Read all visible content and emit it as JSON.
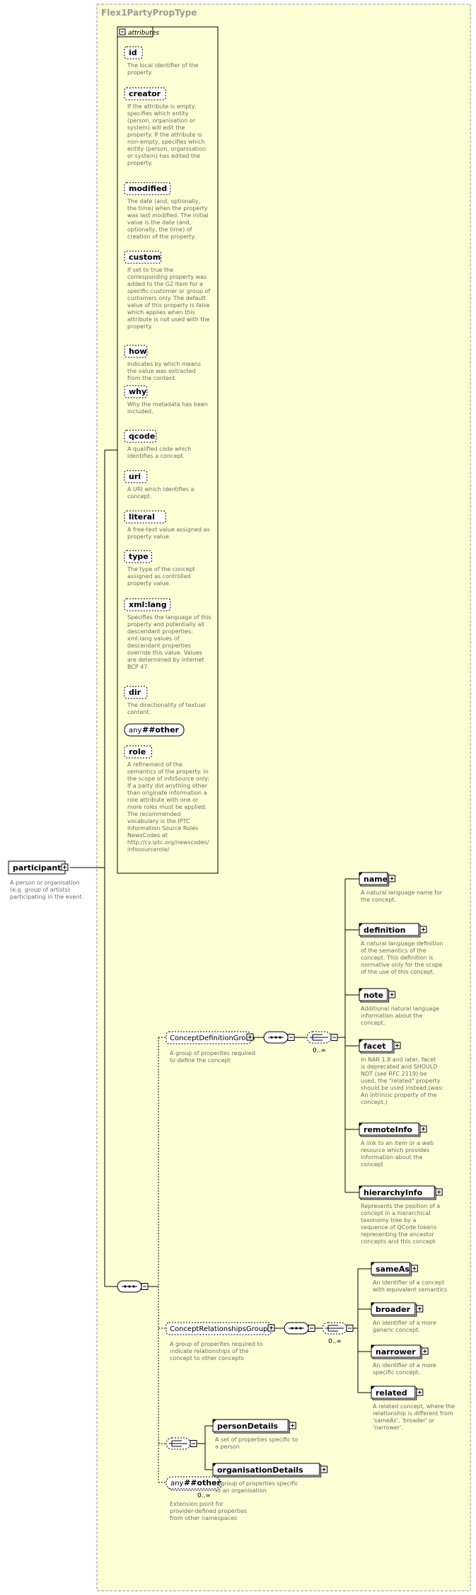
{
  "type_name": "Flex1PartyPropType",
  "attributes_label": "attributes",
  "root": {
    "name": "participant",
    "doc": [
      "A person or organisation",
      "(e.g. group of artists)",
      "participating in the event."
    ]
  },
  "attributes": [
    {
      "name": "id",
      "doc": [
        "The local identifier of the",
        "property."
      ]
    },
    {
      "name": "creator",
      "doc": [
        "If the attribute is empty,",
        "specifies which entity",
        "(person, organisation or",
        "system) will edit the",
        "property. If the attribute is",
        "non-empty, specifies which",
        "entity (person, organisation",
        "or system) has edited the",
        "property."
      ]
    },
    {
      "name": "modified",
      "doc": [
        "The date (and, optionally,",
        "the time) when the property",
        "was last modified. The initial",
        "value is the date (and,",
        "optionally, the time) of",
        "creation of the property."
      ]
    },
    {
      "name": "custom",
      "doc": [
        "If set to true the",
        "corresponding property was",
        "added to the G2 Item for a",
        "specific customer or group of",
        "customers only. The default",
        "value of this property is false",
        "which applies when this",
        "attribute is not used with the",
        "property."
      ]
    },
    {
      "name": "how",
      "doc": [
        "Indicates by which means",
        "the value was extracted",
        "from the content."
      ]
    },
    {
      "name": "why",
      "doc": [
        "Why the metadata has been",
        "included."
      ]
    },
    {
      "name": "qcode",
      "doc": [
        "A qualified code which",
        "identifies a concept."
      ]
    },
    {
      "name": "uri",
      "doc": [
        "A URI which identifies a",
        "concept."
      ]
    },
    {
      "name": "literal",
      "doc": [
        "A free-text value assigned as",
        "property value."
      ]
    },
    {
      "name": "type",
      "doc": [
        "The type of the concept",
        "assigned as controlled",
        "property value."
      ]
    },
    {
      "name": "xml:lang",
      "doc": [
        "Specifies the language of this",
        "property and potentially all",
        "descendant properties.",
        "xml:lang values of",
        "descendant properties",
        "override this value. Values",
        "are determined by Internet",
        "BCP 47."
      ]
    },
    {
      "name": "dir",
      "doc": [
        "The directionality of textual",
        "content."
      ]
    },
    {
      "name": "role",
      "doc": [
        "A refinement of the",
        "semantics of the property. In",
        "the scope of infoSource only:",
        "If a party did anything other",
        "than originate information a",
        "role attribute with one or",
        "more roles must be applied.",
        "The recommended",
        "vocabulary is the IPTC",
        "Information Source Roles",
        "NewsCodes at",
        "http://cv.iptc.org/newscodes/",
        "infosourcerole/"
      ]
    }
  ],
  "any_other_attr": {
    "any": "any",
    "label": "##other"
  },
  "concept_definition_group": {
    "name": "ConceptDefinitionGroup",
    "doc": [
      "A group of properites required",
      "to define the concept"
    ],
    "cardinality": "0..∞",
    "children": [
      {
        "name": "name",
        "doc": [
          "A natural language name for",
          "the concept."
        ]
      },
      {
        "name": "definition",
        "doc": [
          "A natural language definition",
          "of the semantics of the",
          "concept. This definition is",
          "normative only for the scope",
          "of the use of this concept."
        ]
      },
      {
        "name": "note",
        "doc": [
          "Additional natural language",
          "information about the",
          "concept."
        ]
      },
      {
        "name": "facet",
        "doc": [
          "In NAR 1.8 and later, facet",
          "is deprecated and SHOULD",
          "NOT (see RFC 2119) be",
          "used, the \"related\" property",
          "should be used instead.(was:",
          "An intrinsic property of the",
          "concept.)"
        ]
      },
      {
        "name": "remoteInfo",
        "doc": [
          "A link to an item or a web",
          "resource which provides",
          "information about the",
          "concept"
        ]
      },
      {
        "name": "hierarchyInfo",
        "doc": [
          "Represents the position of a",
          "concept in a hierarchical",
          "taxonomy tree by a",
          "sequence of QCode tokens",
          "representing the ancestor",
          "concepts and this concept"
        ]
      }
    ]
  },
  "concept_relationships_group": {
    "name": "ConceptRelationshipsGroup",
    "doc": [
      "A group of properites required to",
      "indicate relationships of the",
      "concept to other concepts"
    ],
    "cardinality": "0..∞",
    "children": [
      {
        "name": "sameAs",
        "doc": [
          "An identifier of a concept",
          "with equivalent semantics"
        ]
      },
      {
        "name": "broader",
        "doc": [
          "An identifier of a more",
          "generic concept."
        ]
      },
      {
        "name": "narrower",
        "doc": [
          "An identifier of a more",
          "specific concept."
        ]
      },
      {
        "name": "related",
        "doc": [
          "A related concept, where the",
          "relationship is different from",
          "'sameAs', 'broader' or",
          "'narrower'."
        ]
      }
    ]
  },
  "choice_children": [
    {
      "name": "personDetails",
      "doc": [
        "A set of properties specific to",
        "a person"
      ]
    },
    {
      "name": "organisationDetails",
      "doc": [
        "A group of properties specific",
        "to an organisation"
      ]
    }
  ],
  "any_other_elem": {
    "any": "any",
    "label": "##other",
    "cardinality": "0..∞",
    "doc": [
      "Extension point for",
      "provider-defined properties",
      "from other namespaces"
    ]
  }
}
